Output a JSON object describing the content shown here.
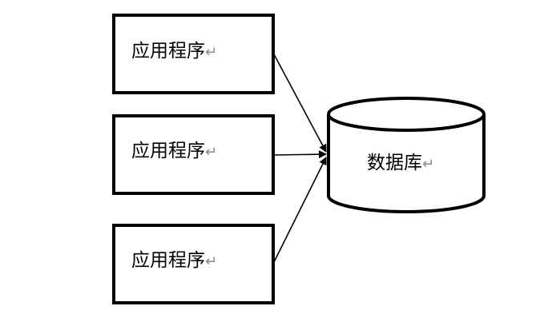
{
  "nodes": {
    "app1": {
      "label": "应用程序",
      "mark": "↵"
    },
    "app2": {
      "label": "应用程序",
      "mark": "↵"
    },
    "app3": {
      "label": "应用程序",
      "mark": "↵"
    },
    "db": {
      "label": "数据库",
      "mark": "↵"
    }
  },
  "edges": [
    {
      "from": "app1",
      "to": "db"
    },
    {
      "from": "app2",
      "to": "db"
    },
    {
      "from": "app3",
      "to": "db"
    }
  ]
}
